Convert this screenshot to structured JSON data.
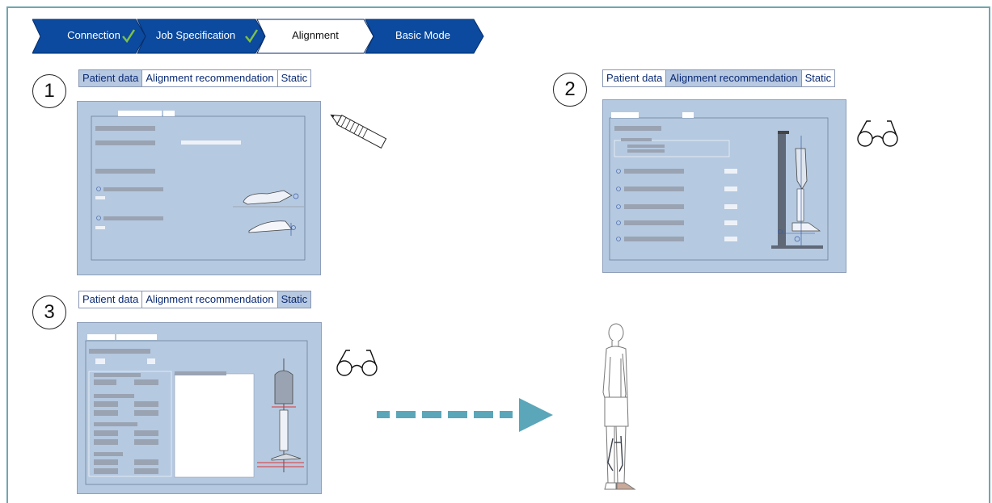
{
  "wizard": {
    "steps": [
      {
        "label": "Connection",
        "done": true
      },
      {
        "label": "Job Specification",
        "done": true
      },
      {
        "label": "Alignment",
        "done": false,
        "current": true
      },
      {
        "label": "Basic Mode",
        "done": false
      }
    ],
    "colors": {
      "step": "#0b4a9e",
      "current": "#ffffff",
      "check": "#7cc04a"
    }
  },
  "sections": [
    {
      "number": "1",
      "tabs": [
        "Patient data",
        "Alignment recommendation",
        "Static"
      ],
      "active_tab": 0,
      "icon": "pencil-icon"
    },
    {
      "number": "2",
      "tabs": [
        "Patient data",
        "Alignment recommendation",
        "Static"
      ],
      "active_tab": 1,
      "icon": "glasses-icon"
    },
    {
      "number": "3",
      "tabs": [
        "Patient data",
        "Alignment recommendation",
        "Static"
      ],
      "active_tab": 2,
      "icon": "glasses-icon"
    }
  ],
  "colors": {
    "frame": "#6fa6b1",
    "panel": "#b5c9e0",
    "arrow": "#5ba6b8"
  }
}
